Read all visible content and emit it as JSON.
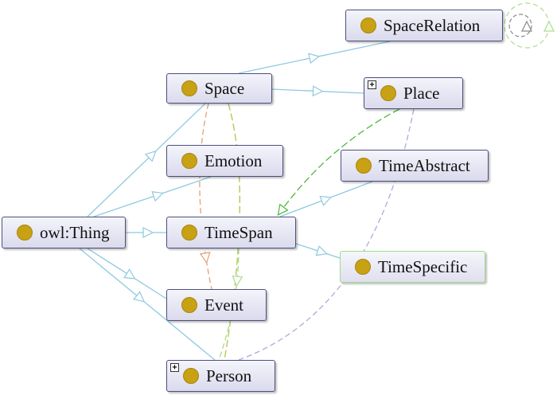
{
  "colors": {
    "subclass": "#8fc9e0",
    "dash_orange": "#e6a070",
    "dash_olive": "#b8c048",
    "dash_green": "#4cb83a",
    "dash_purple": "#b4a8dc",
    "dash_lightgreen": "#a9dd8c",
    "dot": "#c8a114"
  },
  "nodes": [
    {
      "id": "thing",
      "label": "owl:Thing"
    },
    {
      "id": "space",
      "label": "Space"
    },
    {
      "id": "emotion",
      "label": "Emotion"
    },
    {
      "id": "timespan",
      "label": "TimeSpan"
    },
    {
      "id": "event",
      "label": "Event"
    },
    {
      "id": "person",
      "label": "Person",
      "expandable": true,
      "expand_symbol": "+"
    },
    {
      "id": "spacerelation",
      "label": "SpaceRelation"
    },
    {
      "id": "place",
      "label": "Place",
      "expandable": true,
      "expand_symbol": "+"
    },
    {
      "id": "timeabstract",
      "label": "TimeAbstract"
    },
    {
      "id": "timespecific",
      "label": "TimeSpecific",
      "selected": true
    }
  ],
  "edges": [
    {
      "from": "thing",
      "to": "space",
      "kind": "subclass"
    },
    {
      "from": "thing",
      "to": "emotion",
      "kind": "subclass"
    },
    {
      "from": "thing",
      "to": "timespan",
      "kind": "subclass"
    },
    {
      "from": "thing",
      "to": "event",
      "kind": "subclass"
    },
    {
      "from": "thing",
      "to": "person",
      "kind": "subclass"
    },
    {
      "from": "space",
      "to": "spacerelation",
      "kind": "subclass"
    },
    {
      "from": "space",
      "to": "place",
      "kind": "subclass"
    },
    {
      "from": "timespan",
      "to": "timeabstract",
      "kind": "subclass"
    },
    {
      "from": "timespan",
      "to": "timespecific",
      "kind": "subclass"
    },
    {
      "from": "space",
      "to": "event",
      "kind": "dash_orange"
    },
    {
      "from": "space",
      "to": "person",
      "kind": "dash_olive"
    },
    {
      "from": "place",
      "to": "timespan",
      "kind": "dash_green"
    },
    {
      "from": "place",
      "to": "person",
      "kind": "dash_purple"
    },
    {
      "from": "event",
      "to": "person",
      "kind": "dash_lightgreen"
    }
  ]
}
